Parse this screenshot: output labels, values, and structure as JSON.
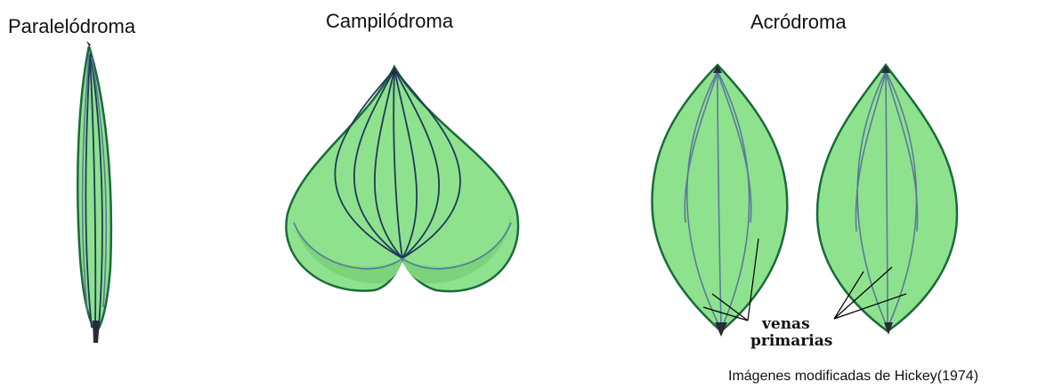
{
  "panels": [
    {
      "title": "Paralelódroma"
    },
    {
      "title": "Campilódroma"
    },
    {
      "title": "Acródroma"
    }
  ],
  "annotation": {
    "line1": "venas",
    "line2": "primarias"
  },
  "caption": "Imágenes modificadas de Hickey(1974)",
  "colors": {
    "leaf_fill": "#8ee28e",
    "leaf_edge": "#1a6b3a",
    "vein": "#1f3a5a"
  }
}
